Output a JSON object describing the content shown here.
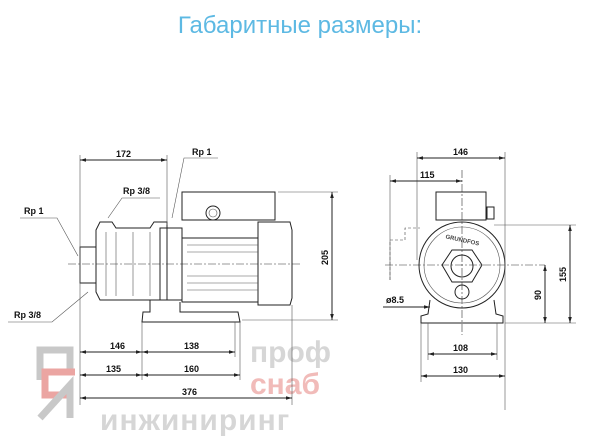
{
  "title": "Габаритные размеры:",
  "side_view": {
    "dims": {
      "top_width": "172",
      "height": "205",
      "d146": "146",
      "d138": "138",
      "d135": "135",
      "d160": "160",
      "total": "376"
    },
    "labels": {
      "rp1_top": "Rp 1",
      "rp38_top": "Rp 3/8",
      "rp1_left": "Rp 1",
      "rp38_bottom": "Rp 3/8"
    }
  },
  "front_view": {
    "dims": {
      "width": "146",
      "d115": "115",
      "h155": "155",
      "h90": "90",
      "hole": "ø8.5",
      "d108": "108",
      "d130": "130"
    },
    "brand": "GRUNDFOS"
  },
  "watermark": {
    "line1": "проф",
    "line2": "снаб",
    "line3": "инжиниринг",
    "accent": "#e8504a"
  }
}
